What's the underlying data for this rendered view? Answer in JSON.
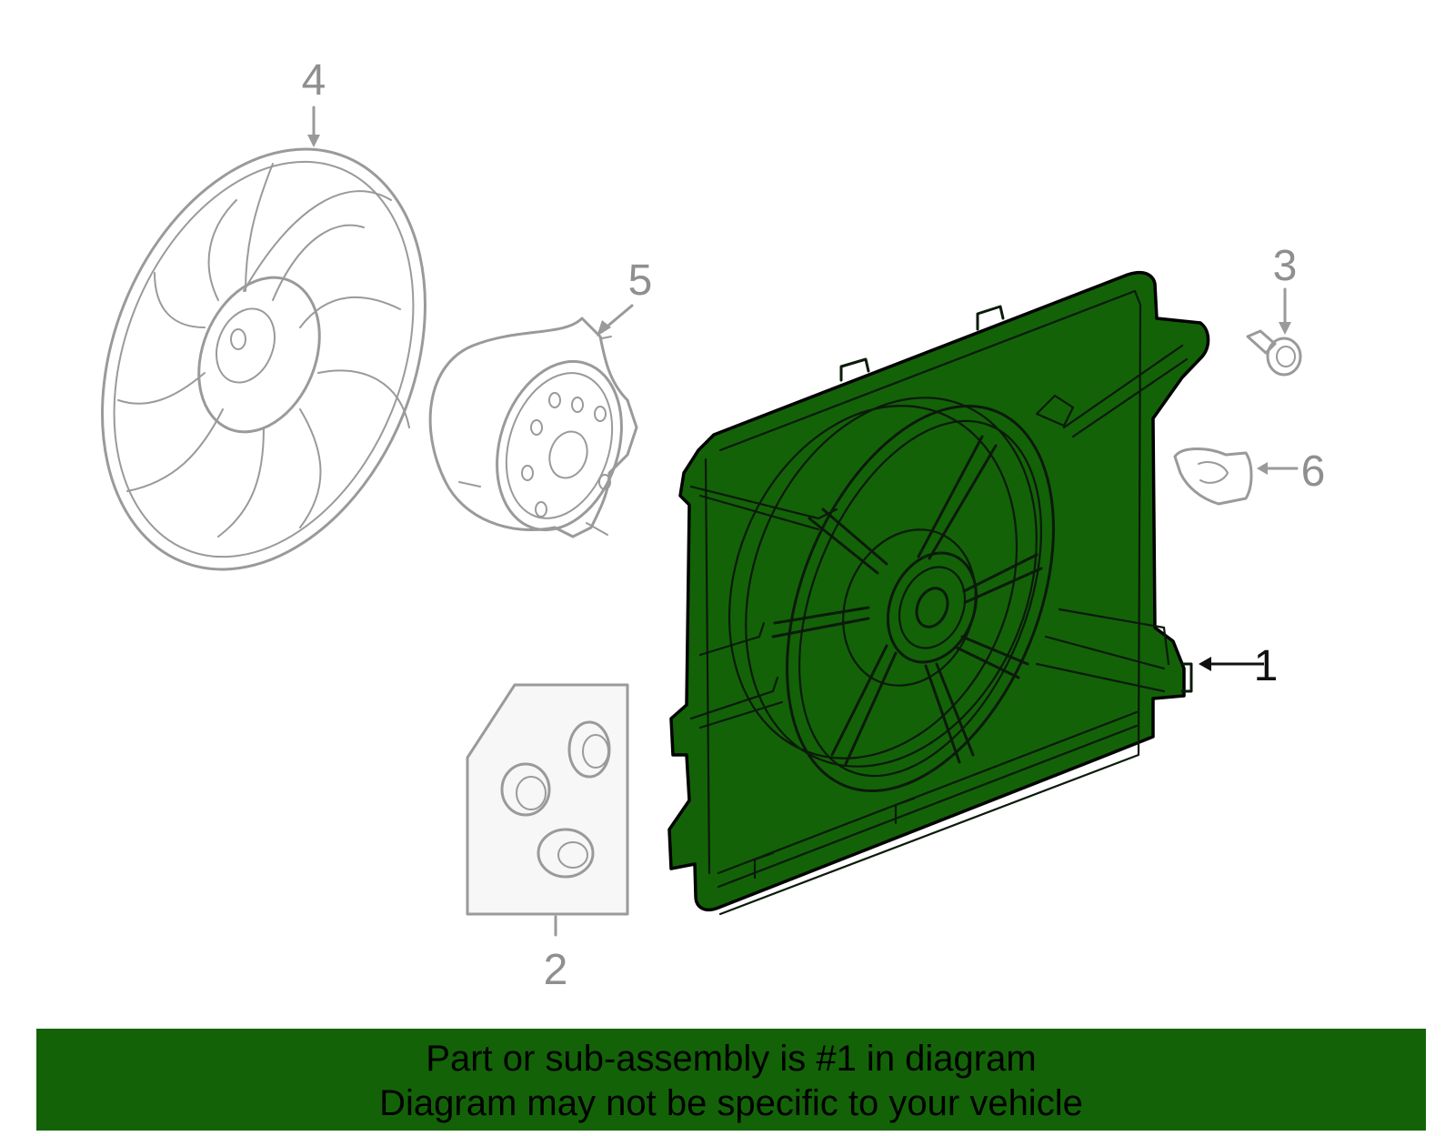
{
  "colors": {
    "highlight": "#136208",
    "banner": "#136208",
    "part_line": "#9a9a9a",
    "callout_text": "#8f8f8f",
    "callout_highlight": "#111111"
  },
  "callouts": {
    "c1": "1",
    "c2": "2",
    "c3": "3",
    "c4": "4",
    "c5": "5",
    "c6": "6"
  },
  "banner": {
    "line1": "Part or sub-assembly is #1 in diagram",
    "line2": "Diagram may not be specific to your vehicle"
  }
}
